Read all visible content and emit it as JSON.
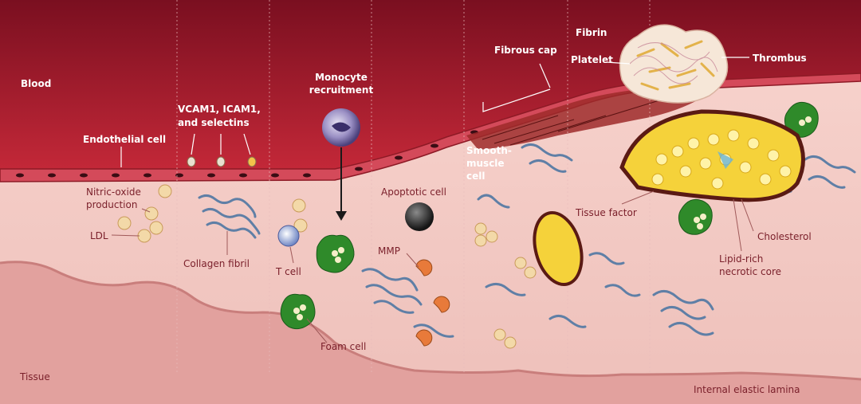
{
  "labels": {
    "blood": "Blood",
    "tissue": "Tissue",
    "endothelial_cell": "Endothelial cell",
    "vcam_line1": "VCAM1, ICAM1,",
    "vcam_line2": "and selectins",
    "monocyte_line1": "Monocyte",
    "monocyte_line2": "recruitment",
    "fibrous_cap": "Fibrous cap",
    "fibrin": "Fibrin",
    "platelet": "Platelet",
    "thrombus": "Thrombus",
    "nitric_oxide_line1": "Nitric-oxide",
    "nitric_oxide_line2": "production",
    "ldl": "LDL",
    "collagen_fibril": "Collagen fibril",
    "t_cell": "T cell",
    "foam_cell": "Foam cell",
    "apoptotic_cell": "Apoptotic cell",
    "mmp": "MMP",
    "smooth_muscle_line1": "Smooth-",
    "smooth_muscle_line2": "muscle",
    "smooth_muscle_line3": "cell",
    "tissue_factor": "Tissue factor",
    "cholesterol": "Cholesterol",
    "lipid_core_line1": "Lipid-rich",
    "lipid_core_line2": "necrotic core",
    "internal_elastic_lamina": "Internal elastic lamina"
  },
  "colors": {
    "blood_dark": "#8e1326",
    "blood_light": "#c92a3a",
    "intima": "#f3c9c4",
    "media": "#e7aaa6",
    "endothelium": "#d44a5a",
    "ldl": "#f3d9a8",
    "collagen": "#5f7fa6",
    "foam_cell": "#2f8a2a",
    "mmp": "#e87a3a",
    "lipid_core": "#f5d23a",
    "necrotic_rim": "#5a1a14"
  }
}
